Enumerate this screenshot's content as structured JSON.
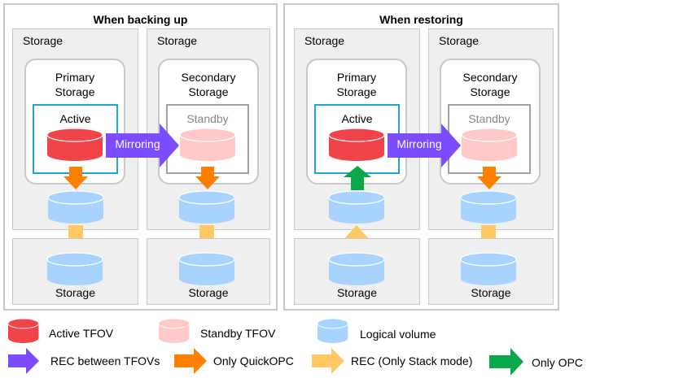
{
  "panels": {
    "backup": {
      "title": "When backing up",
      "storage_label": "Storage",
      "primary_storage": "Primary\nStorage",
      "secondary_storage": "Secondary\nStorage",
      "active": "Active",
      "standby": "Standby",
      "mirroring": "Mirroring",
      "bottom_storage": "Storage"
    },
    "restore": {
      "title": "When restoring",
      "storage_label": "Storage",
      "primary_storage": "Primary\nStorage",
      "secondary_storage": "Secondary\nStorage",
      "active": "Active",
      "standby": "Standby",
      "mirroring": "Mirroring",
      "bottom_storage": "Storage"
    }
  },
  "legend": {
    "active_tfov": "Active TFOV",
    "standby_tfov": "Standby TFOV",
    "logical_volume": "Logical volume",
    "rec_between_tfovs": "REC between TFOVs",
    "only_quickopc": "Only QuickOPC",
    "rec_only_stack": "REC (Only Stack mode)",
    "only_opc": "Only OPC"
  },
  "colors": {
    "active_cylinder": "#f0444a",
    "standby_cylinder": "#ffc9c9",
    "logical_volume": "#a9d3ff",
    "mirroring_arrow": "#7b4dff",
    "quickopc_arrow": "#ff8000",
    "rec_stack_arrow": "#ffc864",
    "opc_arrow": "#0aa84a"
  }
}
